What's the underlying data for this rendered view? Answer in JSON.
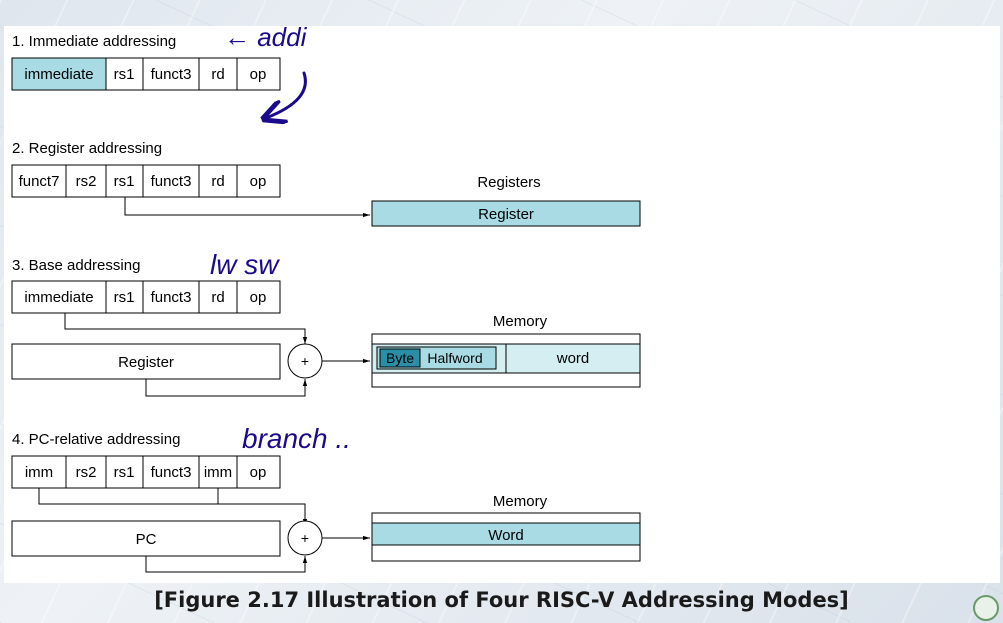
{
  "caption": "[Figure 2.17 Illustration of Four RISC-V Addressing Modes]",
  "colors": {
    "fill": "#a8dbe4",
    "light_fill": "#d4eef2",
    "dark_fill": "#2a8fa6",
    "line": "#000000",
    "ink": "#1a0a8c"
  },
  "modes": [
    {
      "title": "1.  Immediate addressing",
      "fields": [
        "immediate",
        "rs1",
        "funct3",
        "rd",
        "op"
      ]
    },
    {
      "title": "2. Register addressing",
      "fields": [
        "funct7",
        "rs2",
        "rs1",
        "funct3",
        "rd",
        "op"
      ],
      "target_heading": "Registers",
      "target_label": "Register"
    },
    {
      "title": "3.  Base addressing",
      "fields": [
        "immediate",
        "rs1",
        "funct3",
        "rd",
        "op"
      ],
      "source_label": "Register",
      "adder": "+",
      "target_heading": "Memory",
      "memory_cells": [
        "Byte",
        "Halfword",
        "word"
      ]
    },
    {
      "title": "4.  PC-relative addressing",
      "fields": [
        "imm",
        "rs2",
        "rs1",
        "funct3",
        "imm",
        "op"
      ],
      "source_label": "PC",
      "adder": "+",
      "target_heading": "Memory",
      "target_label": "Word"
    }
  ],
  "handwritten": [
    "← addi",
    "lw sw",
    "branch .."
  ]
}
